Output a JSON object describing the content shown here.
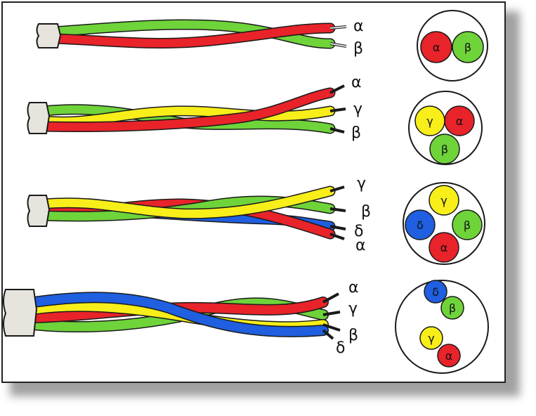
{
  "colors": {
    "red": "#e8232a",
    "green": "#6ed43a",
    "yellow": "#f7ee1a",
    "blue": "#1f5fe0",
    "outline": "#1a1a1a",
    "ferrule": "#e6e4dd"
  },
  "rows": [
    {
      "wire_labels": [
        "α",
        "β"
      ],
      "circle_labels": [
        "α",
        "β"
      ]
    },
    {
      "wire_labels": [
        "α",
        "γ",
        "β"
      ],
      "circle_labels": [
        "γ",
        "α",
        "β"
      ]
    },
    {
      "wire_labels": [
        "γ",
        "β",
        "δ",
        "α"
      ],
      "circle_labels": [
        "γ",
        "δ",
        "β",
        "α"
      ]
    },
    {
      "wire_labels": [
        "α",
        "γ",
        "β",
        "δ"
      ],
      "circle_labels": [
        "δ",
        "β",
        "γ",
        "α"
      ]
    }
  ]
}
